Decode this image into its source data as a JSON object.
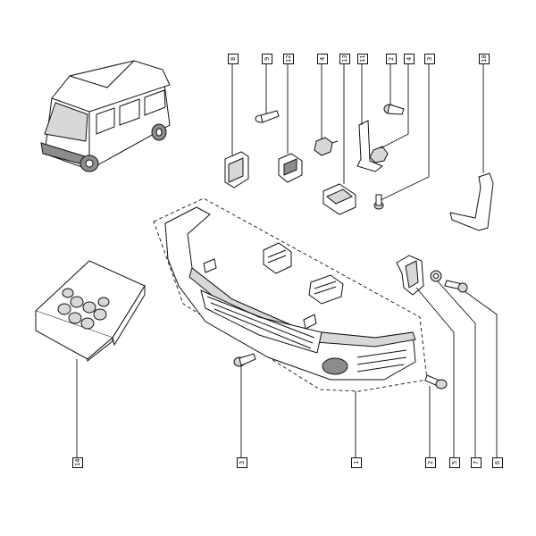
{
  "callouts": [
    {
      "id": "c8-top",
      "label": "8"
    },
    {
      "id": "c9-top",
      "label": "9"
    },
    {
      "id": "c12-top",
      "label": "12"
    },
    {
      "id": "c4a-top",
      "label": "4"
    },
    {
      "id": "c13-top",
      "label": "13"
    },
    {
      "id": "c11-top",
      "label": "11"
    },
    {
      "id": "c2-top",
      "label": "2"
    },
    {
      "id": "c4b-top",
      "label": "4"
    },
    {
      "id": "c3-top",
      "label": "3"
    },
    {
      "id": "c10-top",
      "label": "10"
    },
    {
      "id": "c14-bot",
      "label": "14"
    },
    {
      "id": "c3-bot",
      "label": "3"
    },
    {
      "id": "c1-bot",
      "label": "1"
    },
    {
      "id": "c2-bot",
      "label": "2"
    },
    {
      "id": "c5-bot",
      "label": "5"
    },
    {
      "id": "c7-bot",
      "label": "7"
    },
    {
      "id": "c6-bot",
      "label": "6"
    }
  ]
}
